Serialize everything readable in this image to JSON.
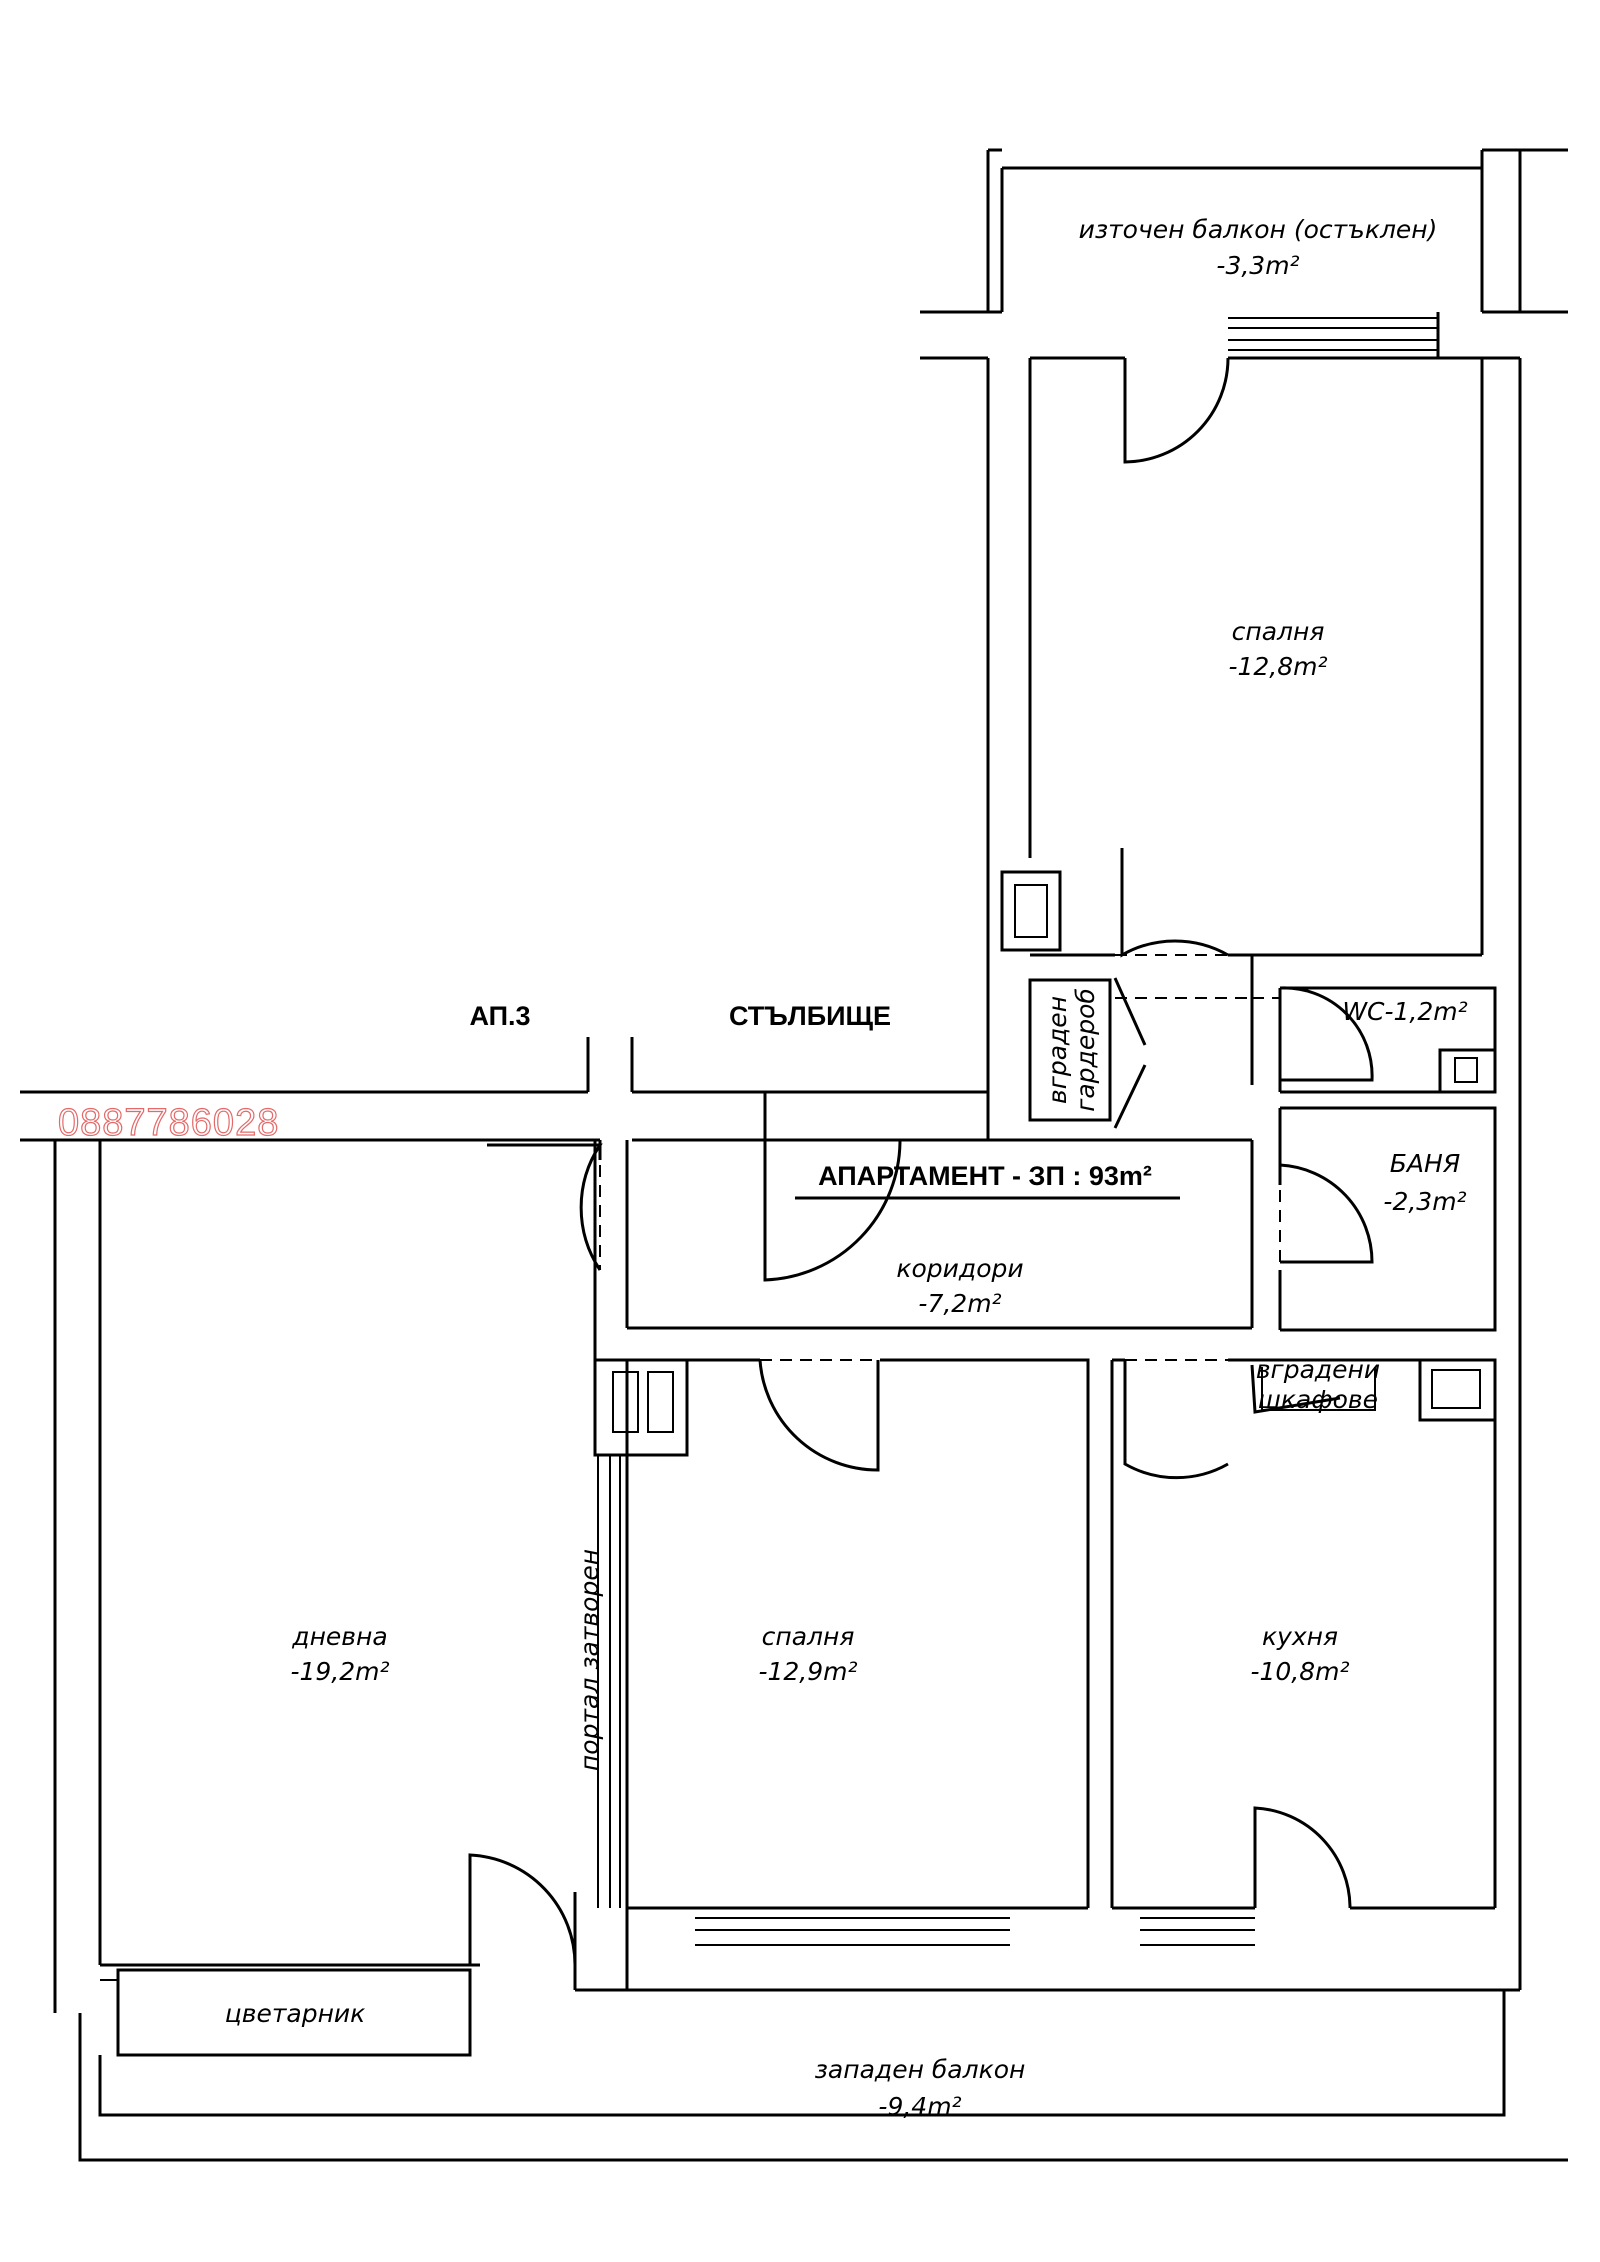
{
  "plan": {
    "title": "АПАРТАМЕНТ - ЗП : 93m²",
    "neighbor_label": "АП.3",
    "stairs_label": "СТЪЛБИЩЕ",
    "watermark": "0887786028",
    "watermark_color": "#e46a6a"
  },
  "rooms": {
    "east_balcony": {
      "name": "източен балкон (остъклен)",
      "area": "-3,3m²"
    },
    "bedroom_1": {
      "name": "спалня",
      "area": "-12,8m²"
    },
    "wc": {
      "name": "WC-1,2m²"
    },
    "bathroom": {
      "name": "БАНЯ",
      "area": "-2,3m²"
    },
    "corridors": {
      "name": "коридори",
      "area": "-7,2m²"
    },
    "living": {
      "name": "дневна",
      "area": "-19,2m²"
    },
    "bedroom_2": {
      "name": "спалня",
      "area": "-12,9m²"
    },
    "kitchen": {
      "name": "кухня",
      "area": "-10,8m²"
    },
    "west_balcony": {
      "name": "западен балкон",
      "area": "-9,4m²"
    },
    "flower_box": {
      "name": "цветарник"
    }
  },
  "fixtures": {
    "wardrobe_line1": "вграден",
    "wardrobe_line2": "гардероб",
    "cabinets_line1": "вградени",
    "cabinets_line2": "шкафове",
    "portal": "портал затворен"
  }
}
